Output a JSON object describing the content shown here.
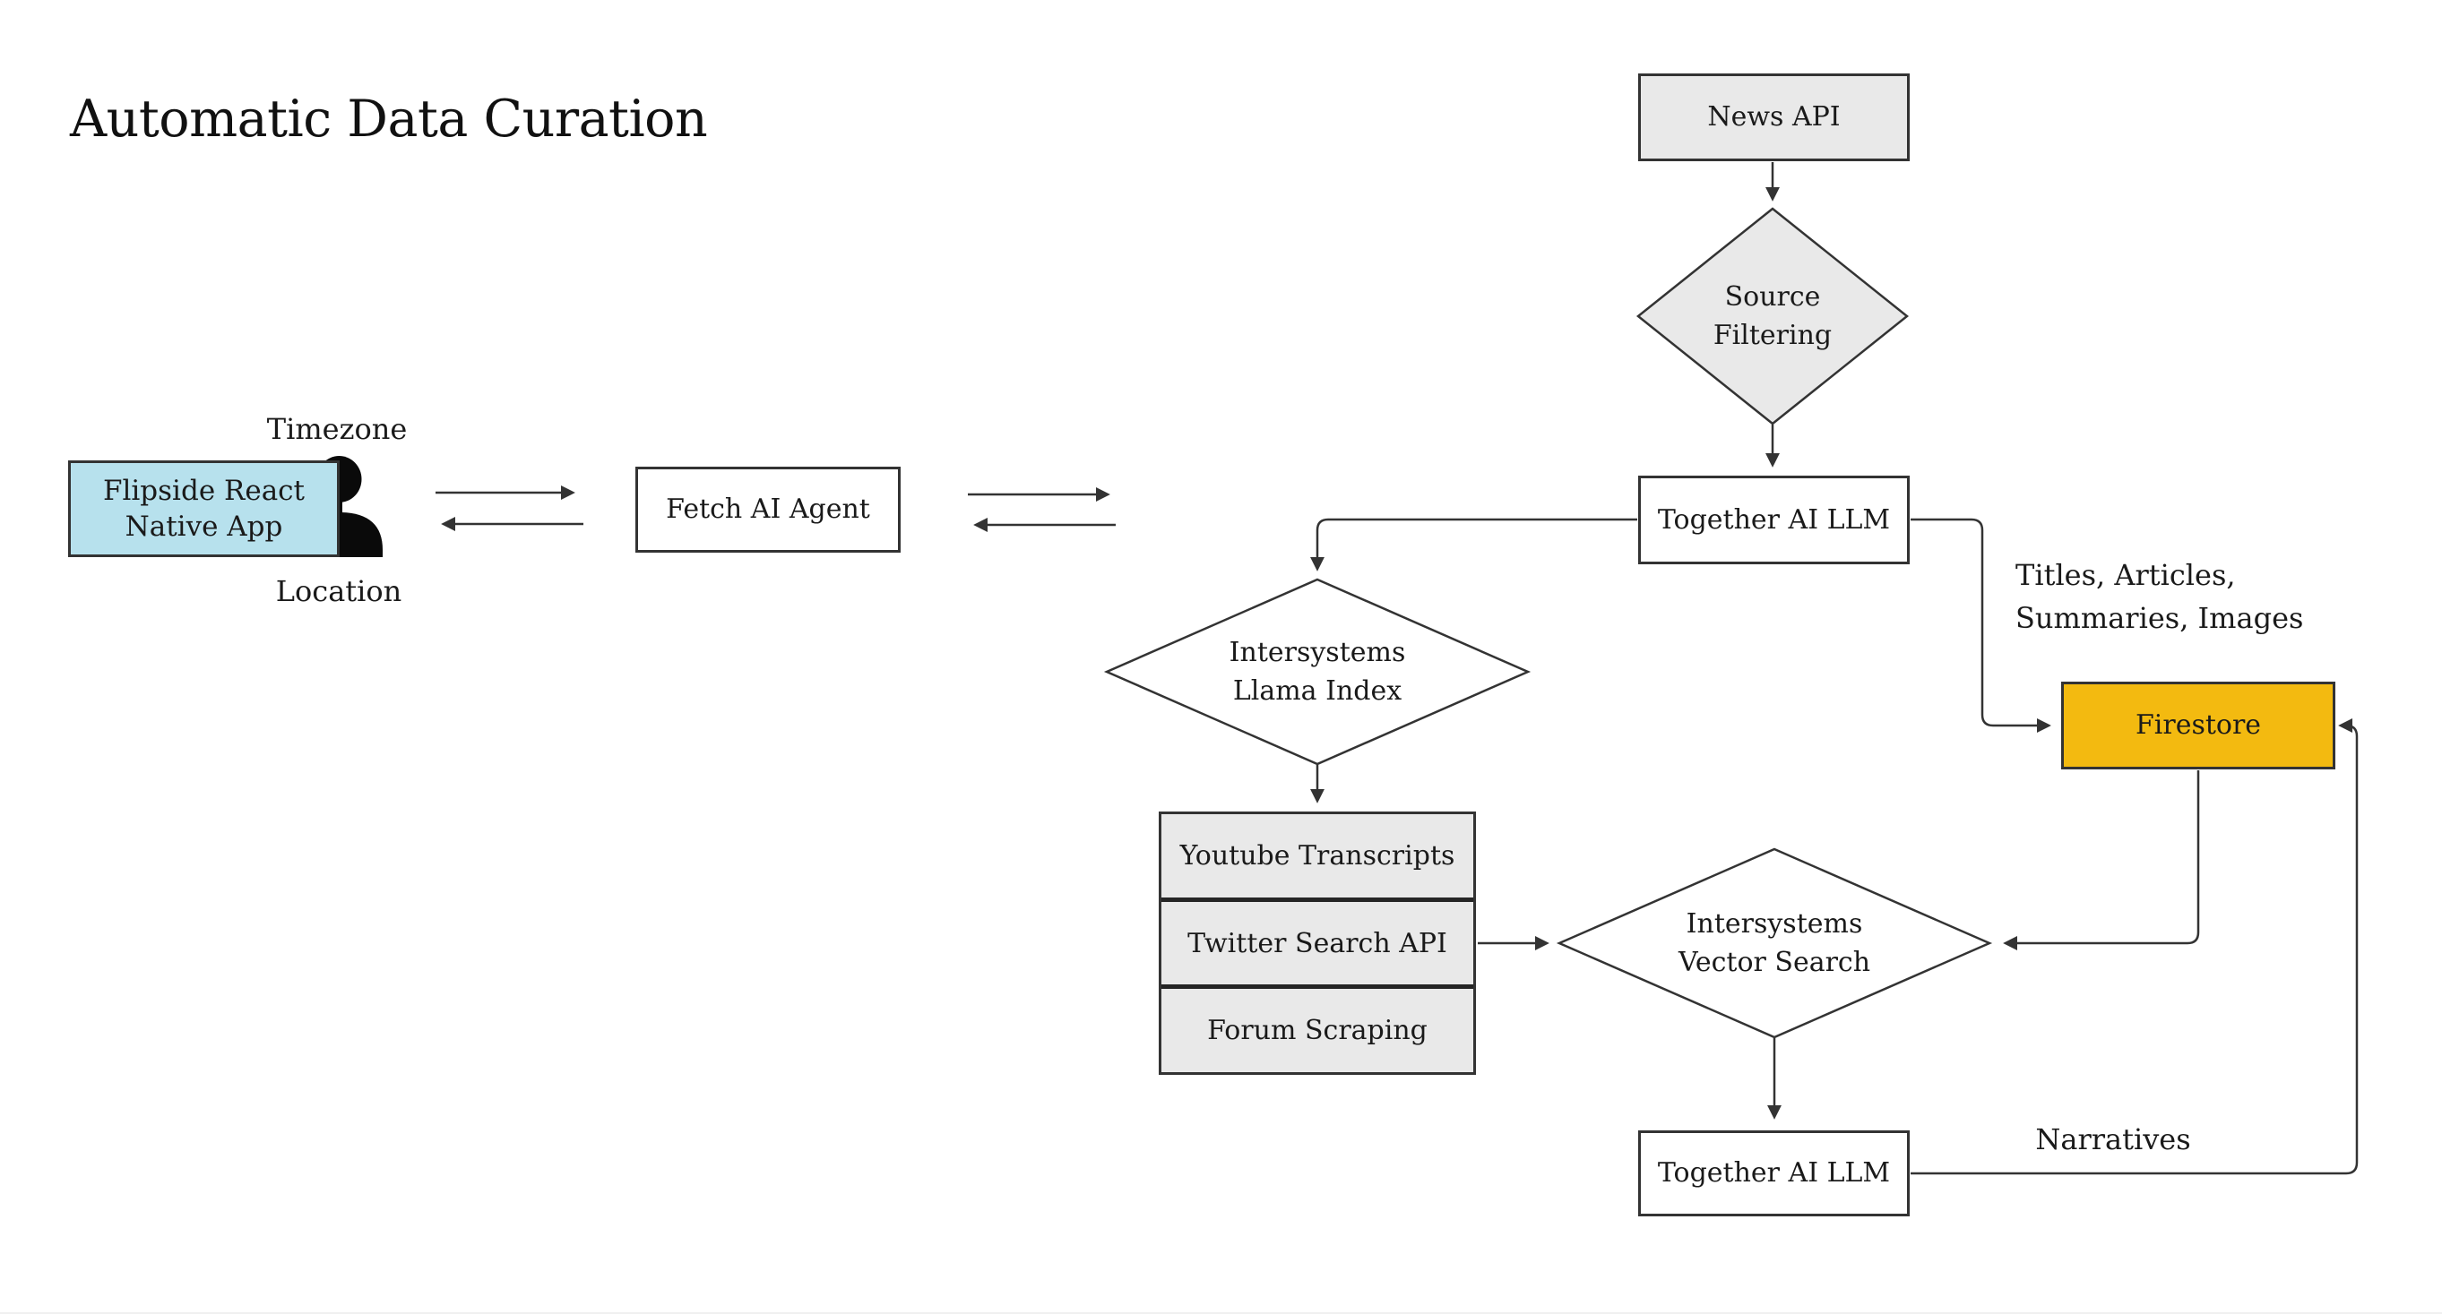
{
  "title": "Automatic Data Curation",
  "colors": {
    "stroke": "#333333",
    "node_gray": "#e9e9e9",
    "app_blue": "#b7e1ed",
    "firestore_gold": "#f3ba10",
    "text": "#1a1a1a",
    "background": "#ffffff"
  },
  "nodes": {
    "news_api": {
      "label": "News API"
    },
    "source_filtering": {
      "line1": "Source",
      "line2": "Filtering"
    },
    "together_top": {
      "label": "Together AI LLM"
    },
    "flipside_app": {
      "line1": "Flipside React",
      "line2": "Native App"
    },
    "fetch_agent": {
      "label": "Fetch AI Agent"
    },
    "llama_index": {
      "line1": "Intersystems",
      "line2": "Llama Index"
    },
    "sources_stack": {
      "rows": [
        "Youtube Transcripts",
        "Twitter Search API",
        "Forum Scraping"
      ]
    },
    "vector_search": {
      "line1": "Intersystems",
      "line2": "Vector Search"
    },
    "firestore": {
      "label": "Firestore"
    },
    "together_bottom": {
      "label": "Together AI LLM"
    }
  },
  "labels": {
    "timezone": "Timezone",
    "location": "Location",
    "titles_line1": "Titles, Articles,",
    "titles_line2": "Summaries, Images",
    "narratives": "Narratives"
  },
  "icons": {
    "person": "user-silhouette-icon"
  }
}
